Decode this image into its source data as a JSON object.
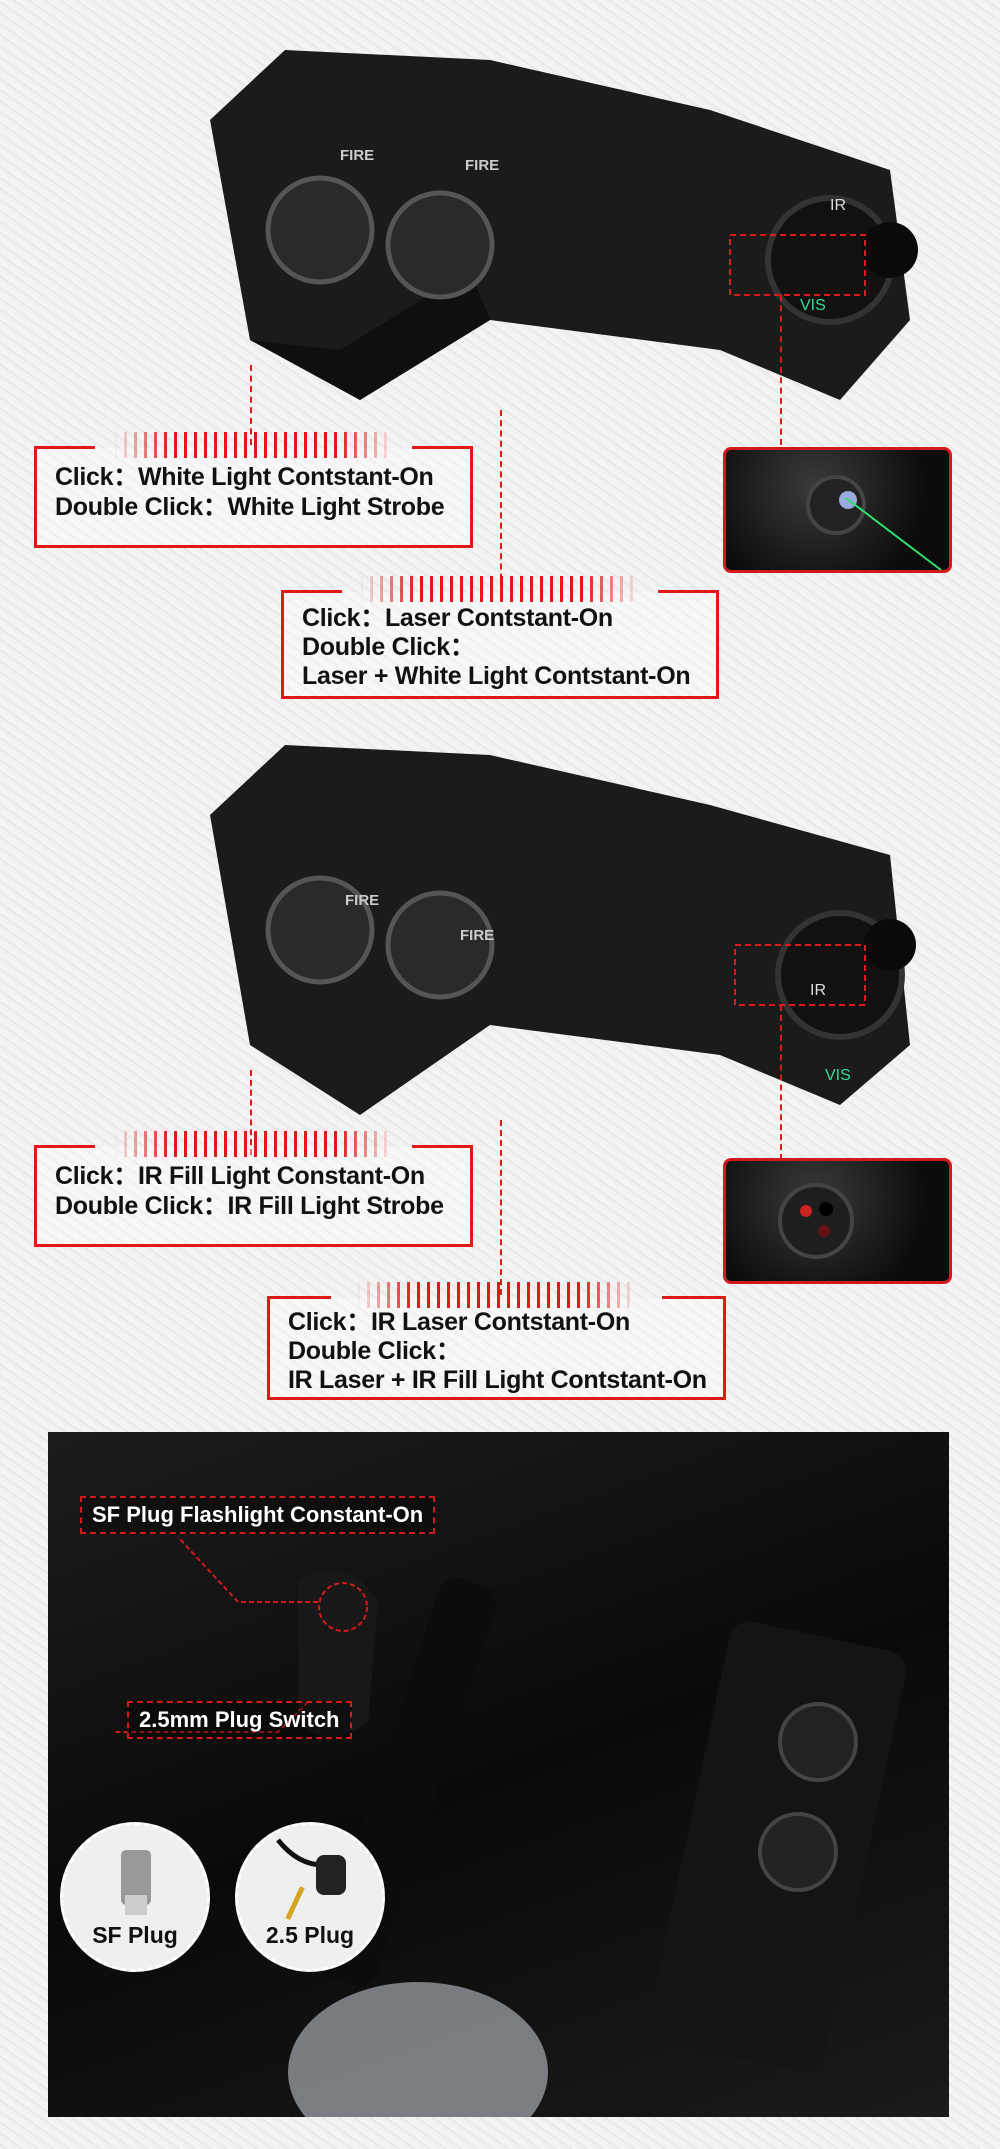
{
  "section1": {
    "callout_white": {
      "line1": "Click：White Light Contstant-On",
      "line2": "Double Click：White Light Strobe"
    },
    "callout_laser": {
      "line1": "Click：Laser Contstant-On",
      "line2": "Double Click：",
      "line3": "Laser + White Light Contstant-On"
    },
    "device_labels": {
      "fire": "FIRE",
      "ir": "IR",
      "vis": "VIS"
    }
  },
  "section2": {
    "callout_ir_fill": {
      "line1": "Click：IR Fill Light Constant-On",
      "line2": "Double Click：IR Fill Light Strobe"
    },
    "callout_ir_laser": {
      "line1": "Click：IR Laser Contstant-On",
      "line2": "Double Click：",
      "line3": "IR Laser + IR Fill Light Contstant-On"
    },
    "device_labels": {
      "fire": "FIRE",
      "ir": "IR",
      "vis": "VIS"
    }
  },
  "section3": {
    "sf_plug_label": "SF Plug Flashlight Constant-On",
    "switch_label": "2.5mm Plug Switch",
    "plug_sf": "SF Plug",
    "plug_25": "2.5 Plug"
  },
  "colors": {
    "accent": "#e01818",
    "laser": "#2ee06a"
  }
}
